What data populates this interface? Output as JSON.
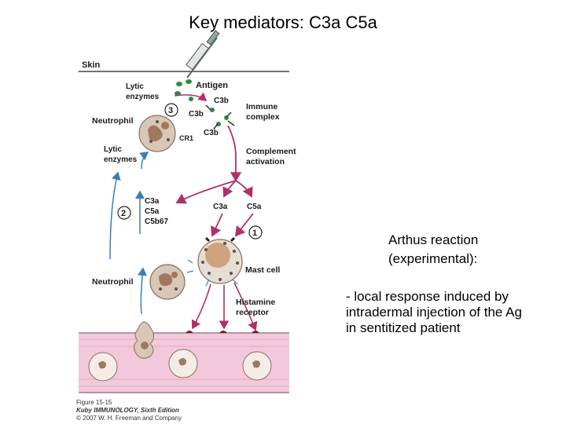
{
  "slide": {
    "title": "Key mediators: C3a C5a",
    "side_title_line1": "Arthus reaction",
    "side_title_line2": "(experimental):",
    "side_body": "- local response induced by intradermal injection of the Ag in sentitized patient"
  },
  "figure": {
    "labels": {
      "skin": "Skin",
      "antigen": "Antigen",
      "lytic_enzymes_top_1": "Lytic",
      "lytic_enzymes_top_2": "enzymes",
      "c3b_a": "C3b",
      "c3b_b": "C3b",
      "c3b_c": "C3b",
      "immune_complex_1": "Immune",
      "immune_complex_2": "complex",
      "neutrophil_top": "Neutrophil",
      "cr1": "CR1",
      "lytic_enzymes_mid_1": "Lytic",
      "lytic_enzymes_mid_2": "enzymes",
      "complement_1": "Complement",
      "complement_2": "activation",
      "c3a_left": "C3a",
      "c5a_left": "C5a",
      "c5b67": "C5b67",
      "c3a_right": "C3a",
      "c5a_right": "C5a",
      "step1": "1",
      "step2": "2",
      "step3": "3",
      "mast_cell": "Mast cell",
      "neutrophil_bottom": "Neutrophil",
      "histamine_1": "Histamine",
      "histamine_2": "receptor"
    },
    "caption_line1": "Figure 15-15",
    "caption_line2": "Kuby IMMUNOLOGY, Sixth Edition",
    "caption_line3": "© 2007 W. H. Freeman and Company"
  },
  "colors": {
    "arrow_magenta": "#b0306a",
    "arrow_blue": "#3a7fb5",
    "vessel": "#f2c9da",
    "vessel_edge": "#a07a8e",
    "cell": "#d8c6b6",
    "green": "#2e8b3e"
  }
}
